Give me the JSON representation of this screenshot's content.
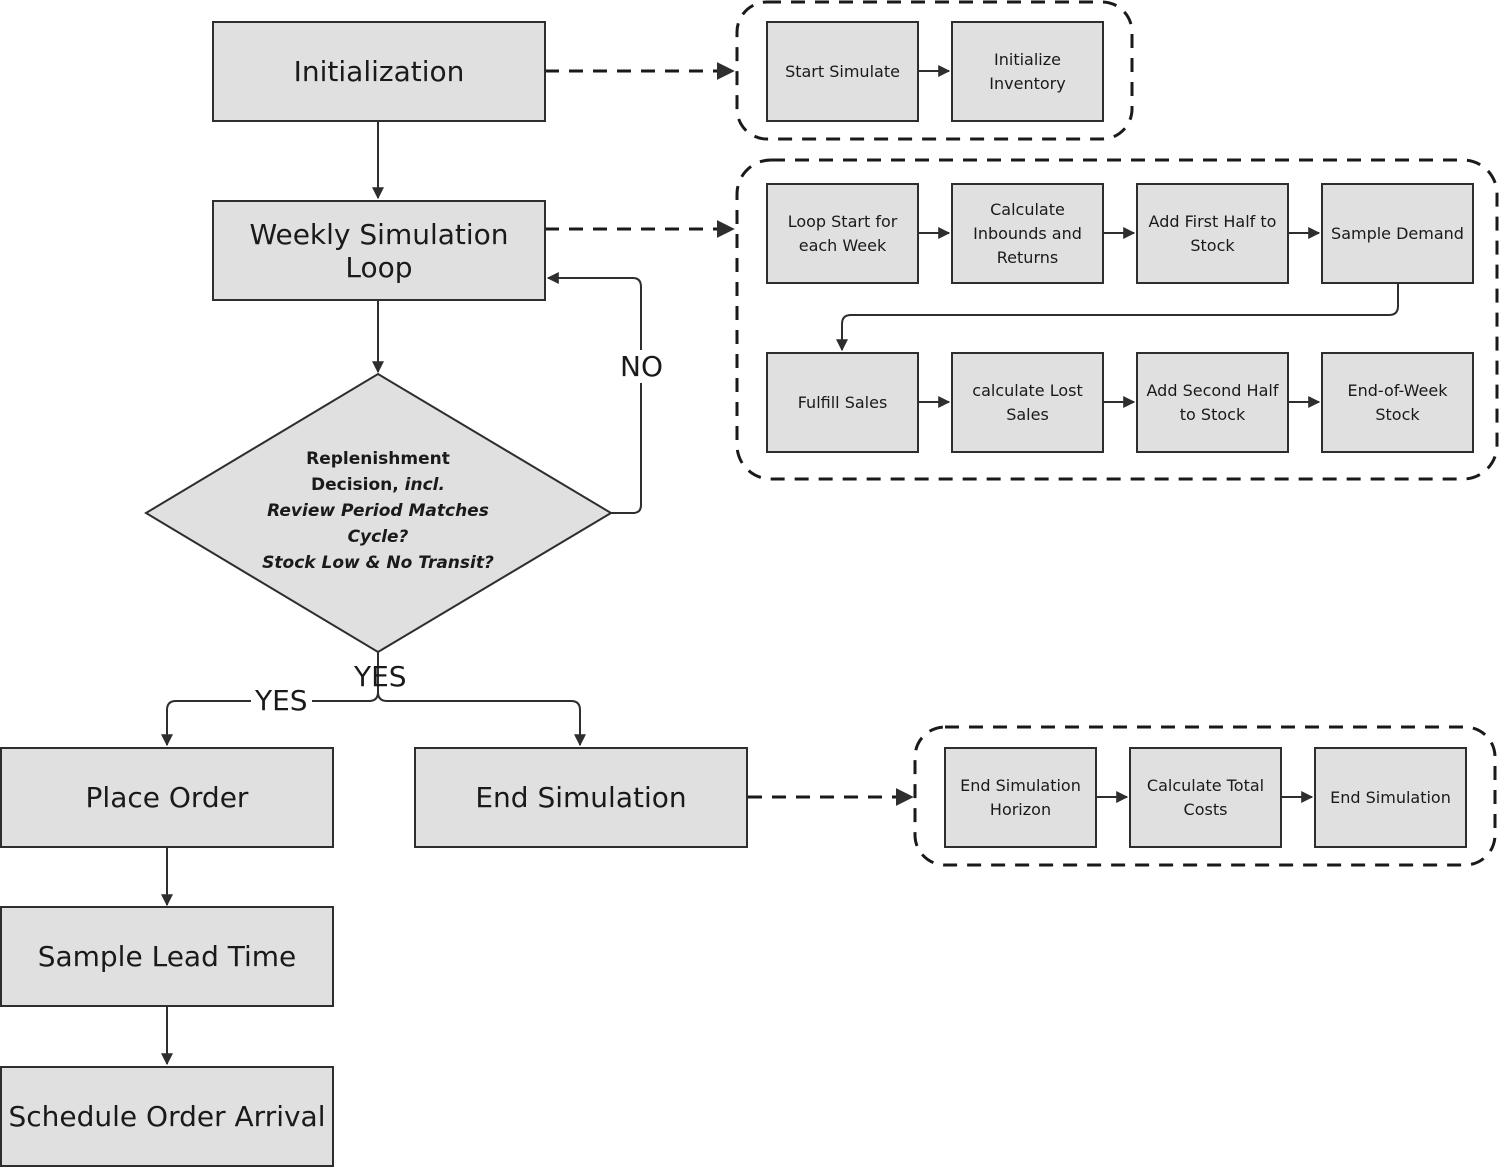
{
  "main_flow": {
    "initialization": "Initialization",
    "weekly_loop": "Weekly Simulation Loop",
    "place_order": "Place Order",
    "end_simulation": "End Simulation",
    "sample_lead_time": "Sample Lead Time",
    "schedule_order_arrival": "Schedule Order Arrival"
  },
  "decision": {
    "line1": "Replenishment",
    "line2_plain": "Decision,",
    "line2_italic": "incl.",
    "line3": "Review Period Matches",
    "line4": "Cycle?",
    "line5": "Stock Low & No Transit?"
  },
  "edge_labels": {
    "no": "NO",
    "yes_center": "YES",
    "yes_left": "YES"
  },
  "init_group": {
    "steps": [
      "Start Simulate",
      "Initialize Inventory"
    ]
  },
  "loop_group": {
    "row1": [
      "Loop Start for each Week",
      "Calculate Inbounds and Returns",
      "Add First Half to Stock",
      "Sample Demand"
    ],
    "row2": [
      "Fulfill Sales",
      "calculate Lost Sales",
      "Add Second Half to Stock",
      "End-of-Week Stock"
    ]
  },
  "end_group": {
    "steps": [
      "End Simulation Horizon",
      "Calculate Total Costs",
      "End Simulation"
    ]
  }
}
